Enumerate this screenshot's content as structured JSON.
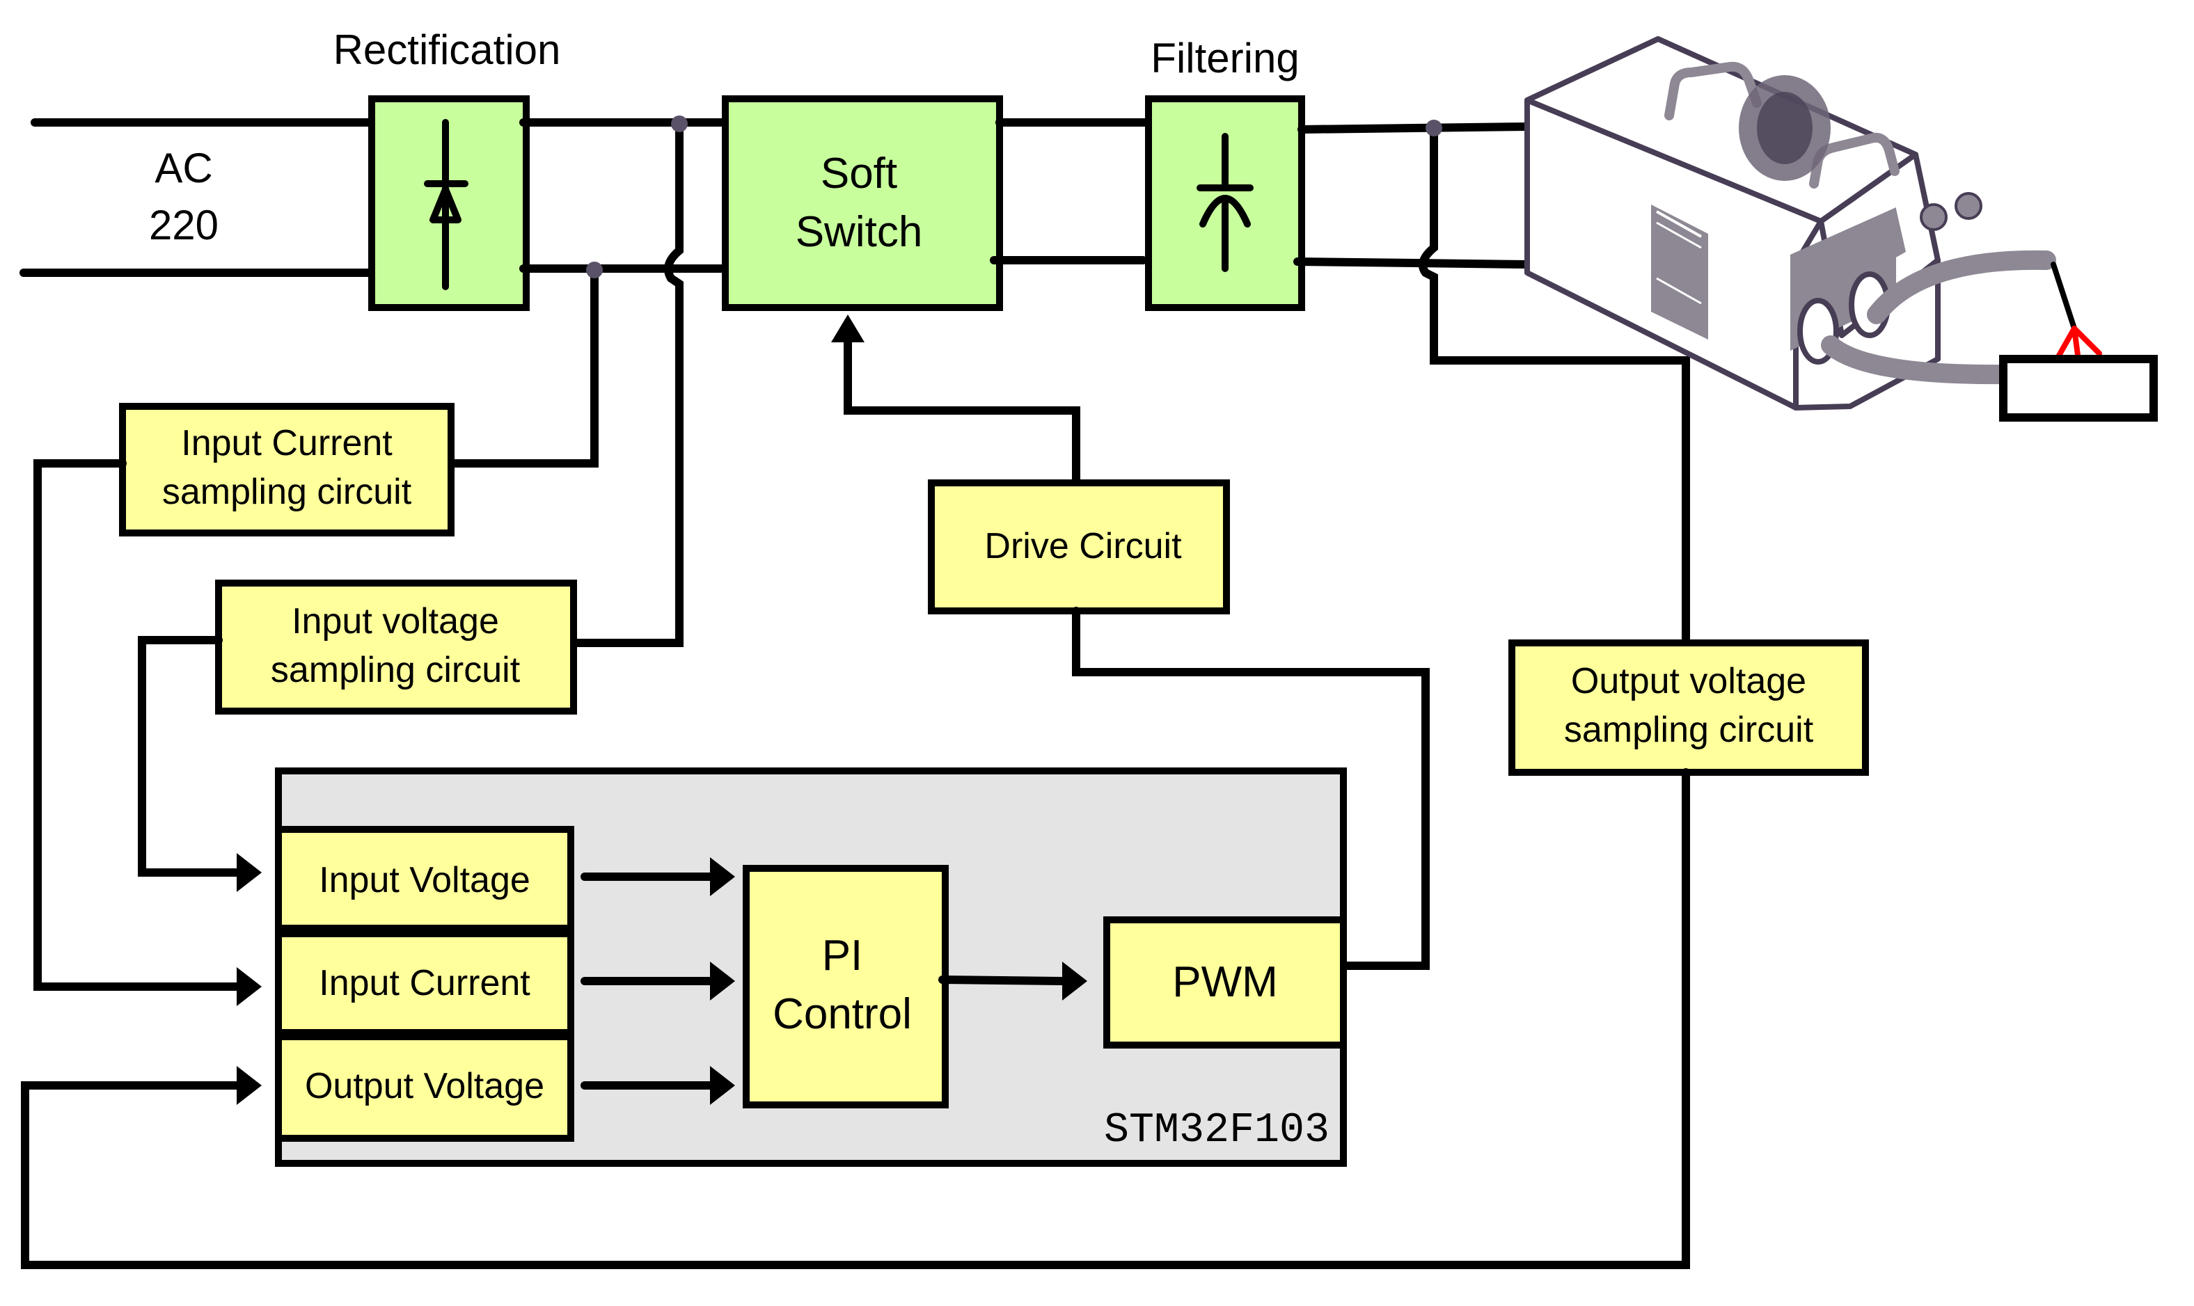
{
  "title_labels": {
    "rectification": "Rectification",
    "filtering": "Filtering"
  },
  "source": {
    "line1": "AC",
    "line2": "220"
  },
  "power_blocks": {
    "rectifier": {
      "name": "Rectification",
      "symbol": "diode-icon"
    },
    "soft_switch": {
      "line1": "Soft",
      "line2": "Switch"
    },
    "filter": {
      "name": "Filtering",
      "symbol": "capacitor-icon"
    }
  },
  "sampling_blocks": {
    "input_current": {
      "line1": "Input Current",
      "line2": "sampling circuit"
    },
    "input_voltage": {
      "line1": "Input voltage",
      "line2": "sampling circuit"
    },
    "output_voltage": {
      "line1": "Output voltage",
      "line2": "sampling circuit"
    }
  },
  "drive": {
    "label": "Drive Circuit"
  },
  "mcu": {
    "name": "STM32F103",
    "inputs": [
      "Input Voltage",
      "Input Current",
      "Output Voltage"
    ],
    "pi": {
      "line1": "PI",
      "line2": "Control"
    },
    "pwm": "PWM"
  },
  "load": {
    "icon": "welding-machine-icon",
    "workpiece_icon": "workpiece-icon"
  },
  "colors": {
    "power_block": "#c8ff9c",
    "control_block": "#ffff9c",
    "mcu_background": "#e4e4e4",
    "junction": "#5a5268",
    "arc": "#ff0000"
  }
}
